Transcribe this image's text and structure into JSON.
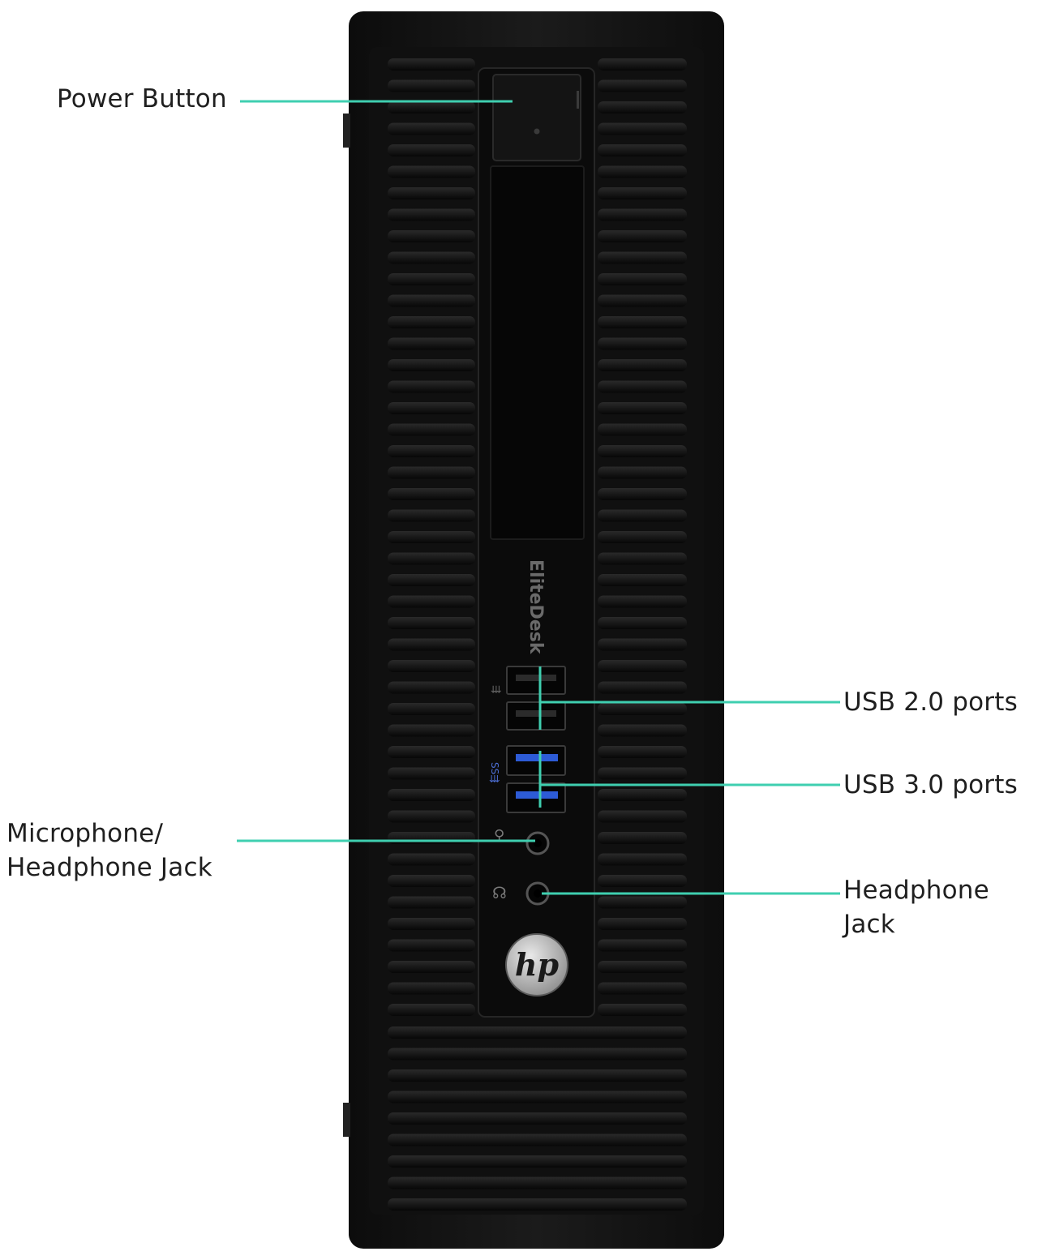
{
  "callouts": {
    "power_button": {
      "label": "Power Button"
    },
    "usb2": {
      "label": "USB 2.0 ports"
    },
    "usb3": {
      "label": "USB 3.0 ports"
    },
    "mic_jack": {
      "line1": "Microphone/",
      "line2": "Headphone Jack"
    },
    "headphone_jack": {
      "line1": "Headphone",
      "line2": "Jack"
    }
  },
  "device": {
    "model_text": "EliteDesk",
    "brand_logo": "hp"
  },
  "colors": {
    "callout_line": "#3fcfb0",
    "case_body": "#151515",
    "usb3_accent": "#2d5bd6",
    "logo_silver": "#c9c9c9"
  }
}
